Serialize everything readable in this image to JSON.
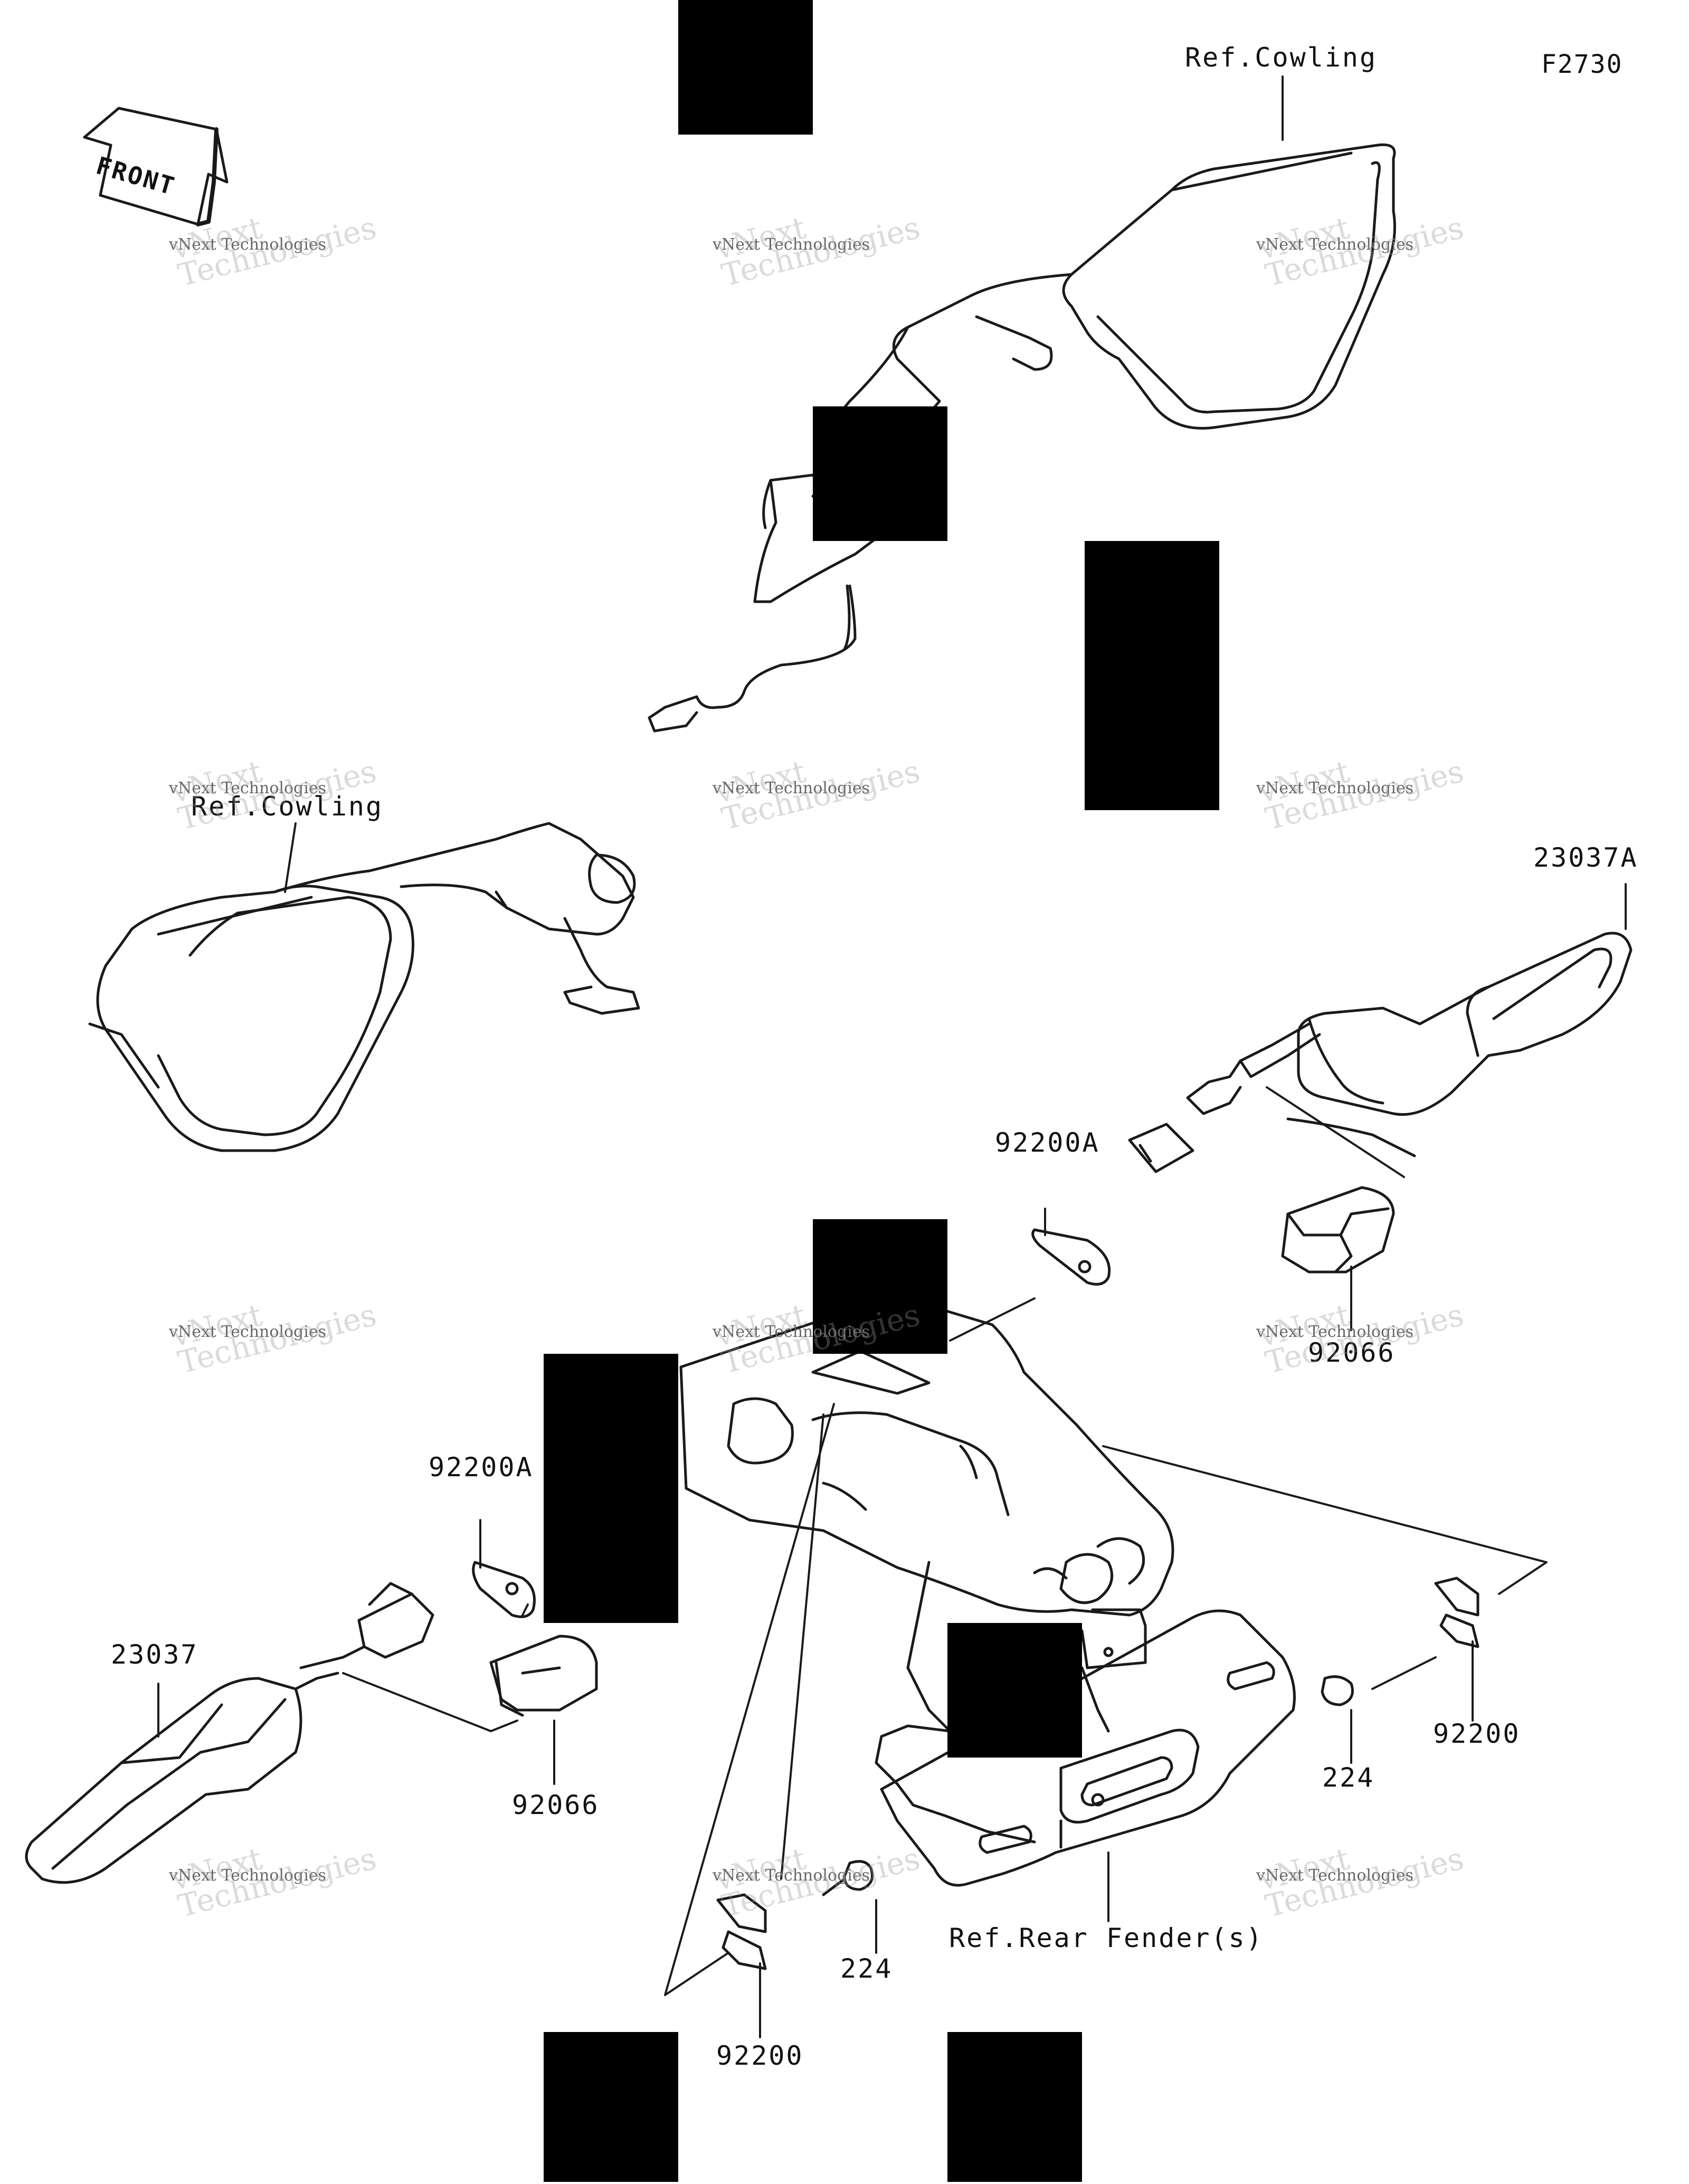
{
  "figure_id": "F2730",
  "front_marker": "FRONT",
  "watermark": {
    "line1": "vNext Technologies",
    "line2": "vNext\nTechnologies"
  },
  "callouts": {
    "ref_cowling_top": "Ref.Cowling",
    "ref_cowling_left": "Ref.Cowling",
    "p23037A": "23037A",
    "p92200A_right": "92200A",
    "p92066_right": "92066",
    "p92200A_left": "92200A",
    "p23037": "23037",
    "p92066_left": "92066",
    "p224_right": "224",
    "p92200_right": "92200",
    "ref_rear_fender": "Ref.Rear Fender(s)",
    "p224_bottom": "224",
    "p92200_bottom": "92200"
  },
  "colors": {
    "line": "#1a1a1a",
    "redaction": "#000000",
    "watermark": "#9a9a9a"
  }
}
